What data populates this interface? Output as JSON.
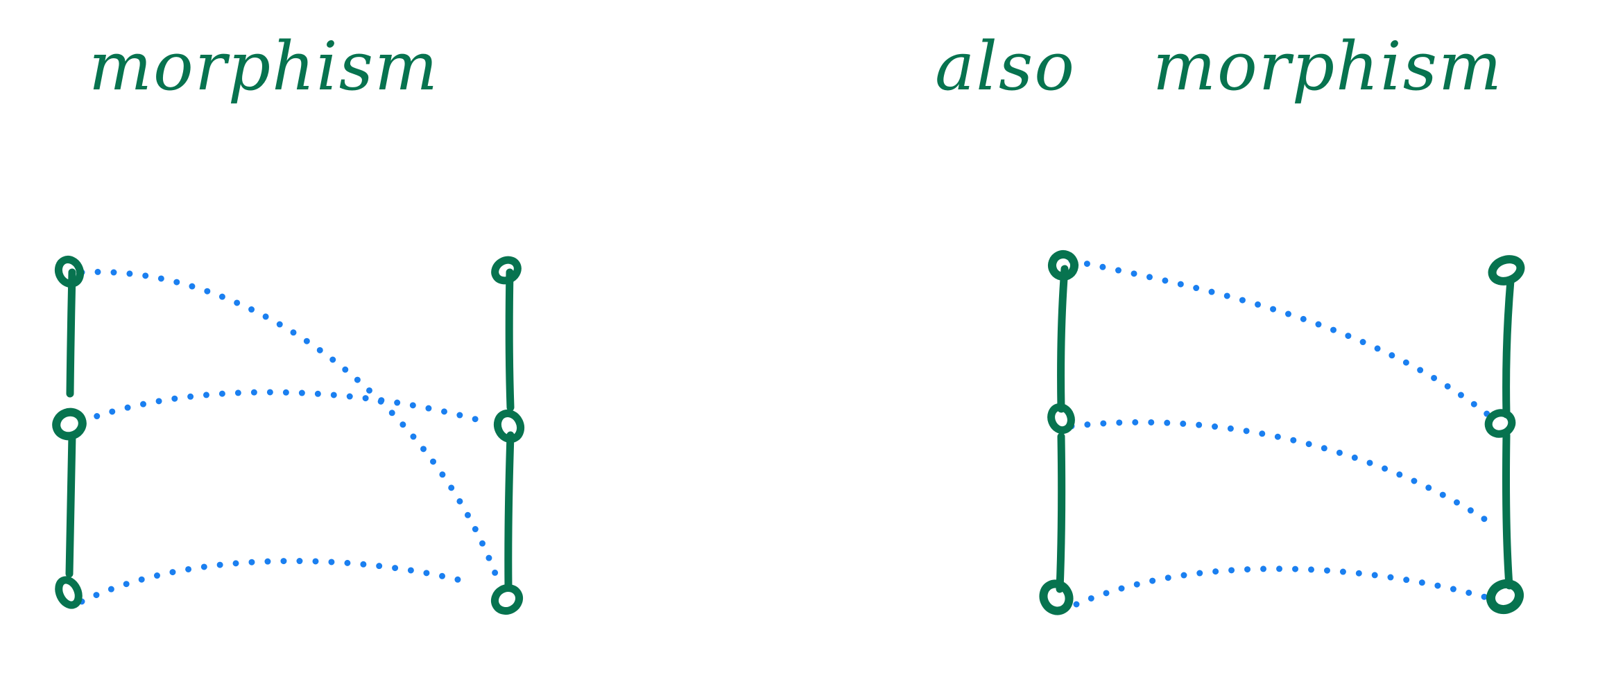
{
  "left_panel": {
    "title": "morphism"
  },
  "right_panel": {
    "title_word1": "also",
    "title_word2": "morphism"
  },
  "colors": {
    "ink": "#07734f",
    "arrow": "#1a7ff0",
    "background": "#ffffff"
  }
}
